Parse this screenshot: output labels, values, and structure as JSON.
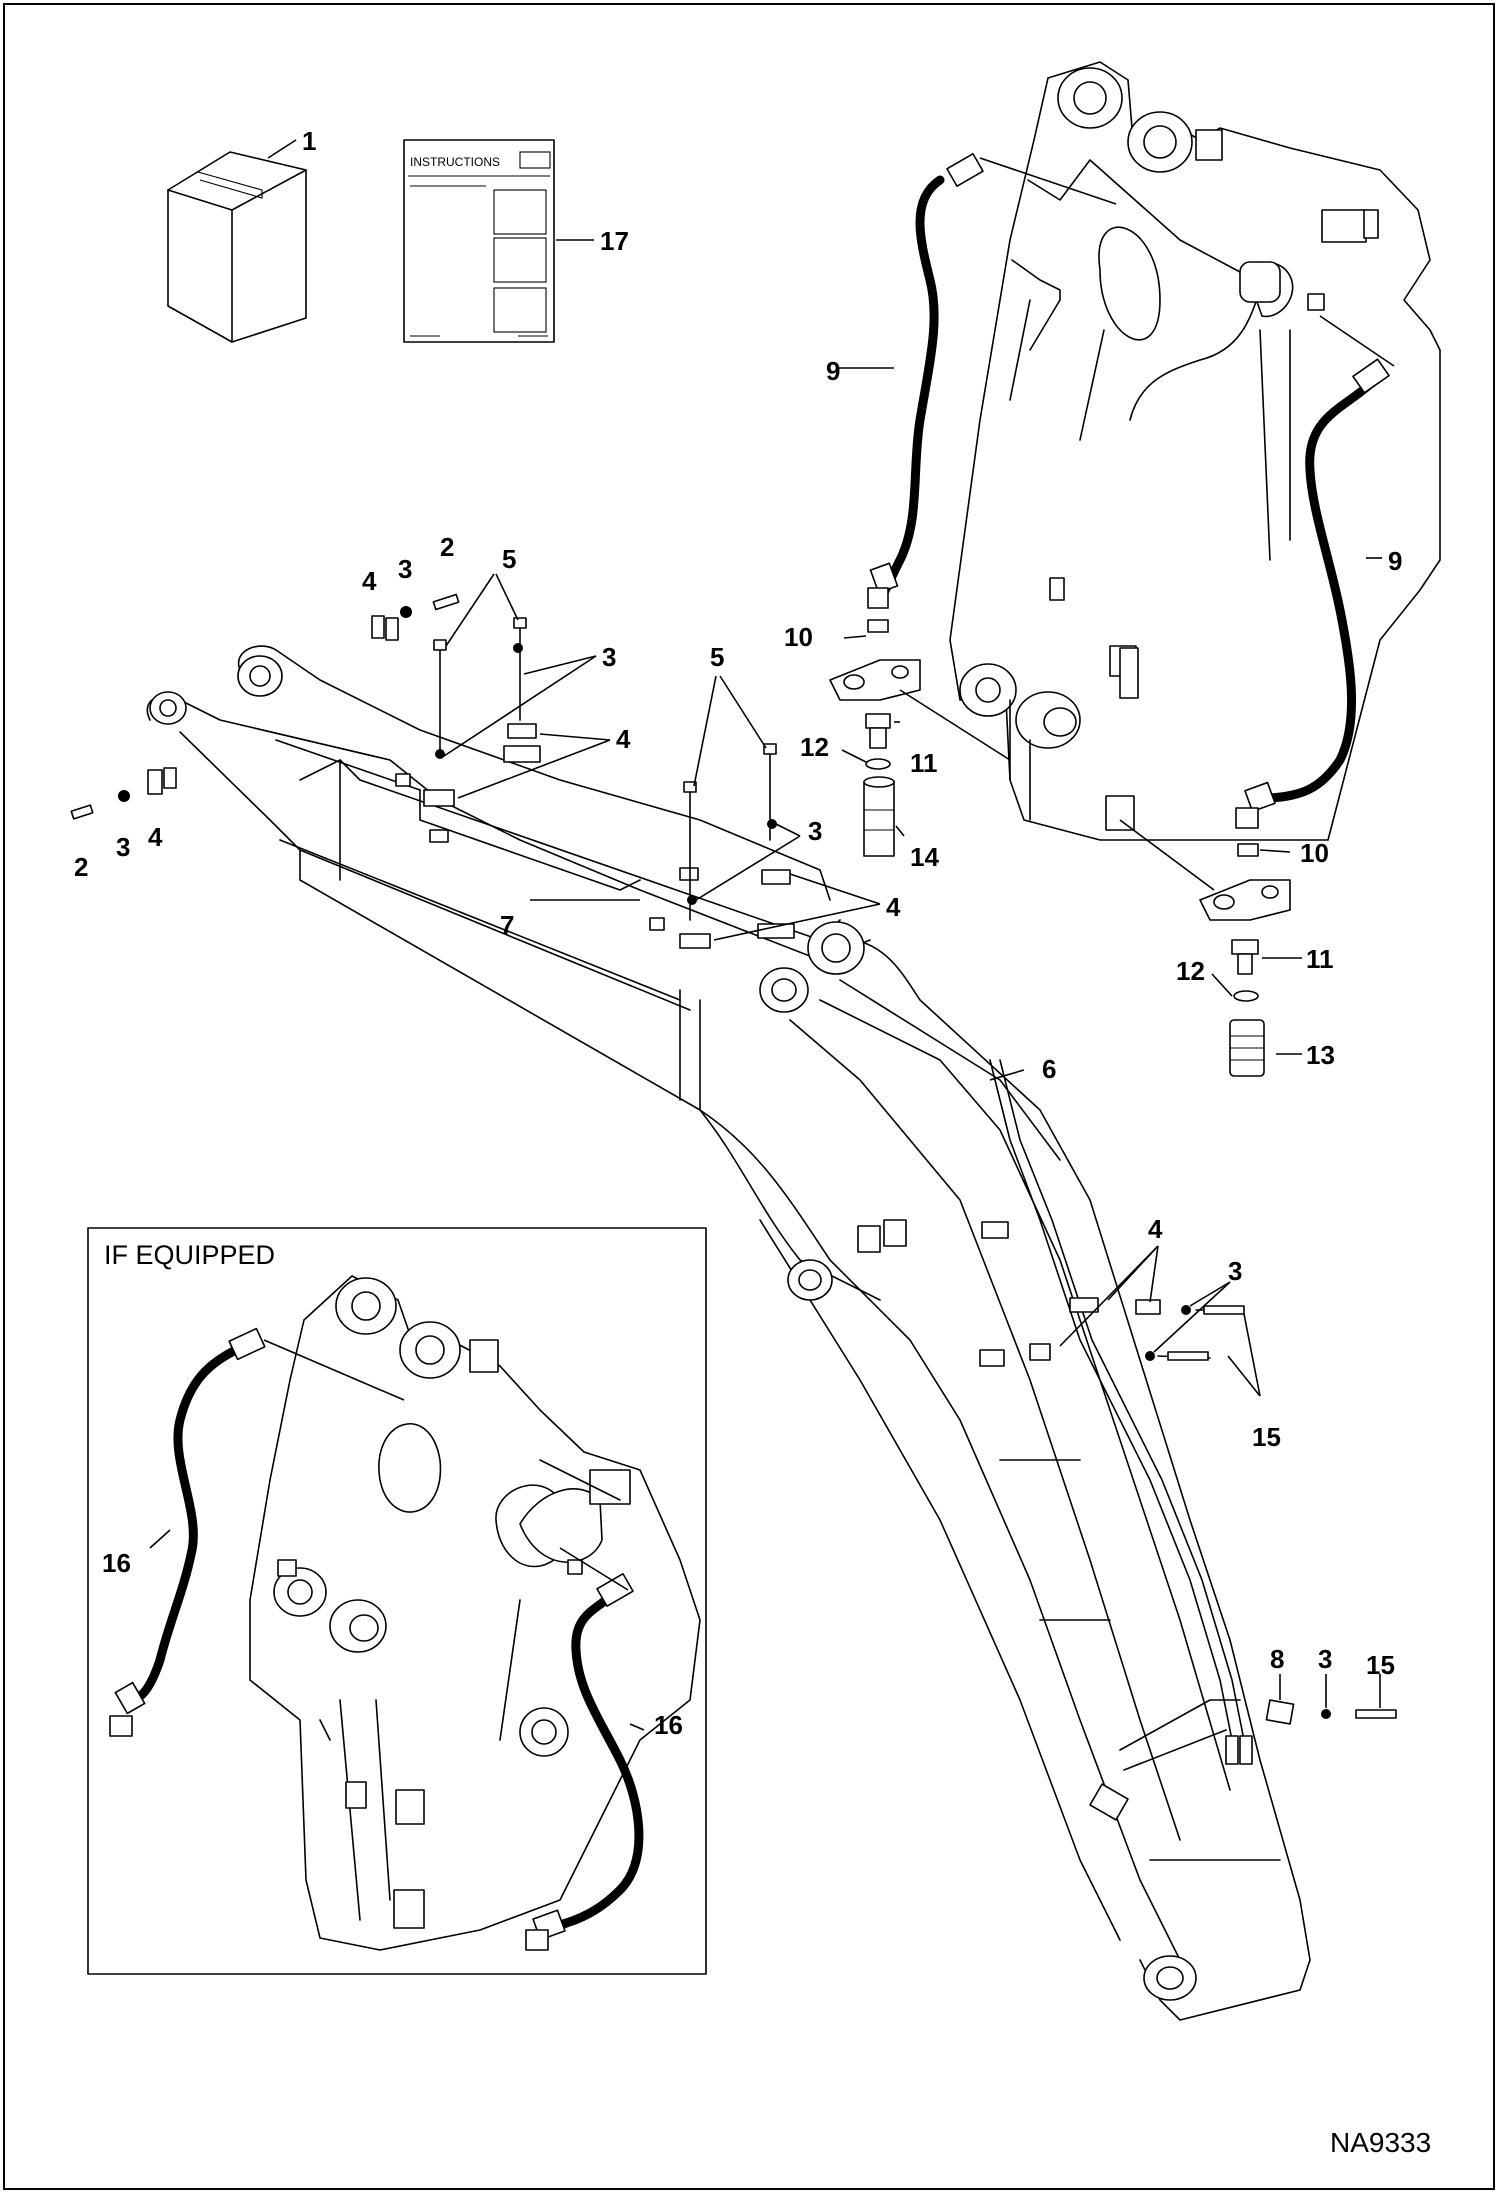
{
  "drawing": {
    "doc_id": "NA9333",
    "inset_title": "IF EQUIPPED",
    "booklet_title": "INSTRUCTIONS"
  },
  "callouts": {
    "c1": "1",
    "c17": "17",
    "c9a": "9",
    "c9b": "9",
    "c10a": "10",
    "c10b": "10",
    "c11a": "11",
    "c11b": "11",
    "c12a": "12",
    "c12b": "12",
    "c13": "13",
    "c14": "14",
    "c2a": "2",
    "c2b": "2",
    "c3a": "3",
    "c3b": "3",
    "c3c": "3",
    "c3d": "3",
    "c3e": "3",
    "c3f": "3",
    "c4a": "4",
    "c4b": "4",
    "c4c": "4",
    "c4d": "4",
    "c4e": "4",
    "c5a": "5",
    "c5b": "5",
    "c6": "6",
    "c7": "7",
    "c8": "8",
    "c15a": "15",
    "c15b": "15",
    "c16a": "16",
    "c16b": "16"
  },
  "colors": {
    "ink": "#000000",
    "paper": "#ffffff"
  }
}
